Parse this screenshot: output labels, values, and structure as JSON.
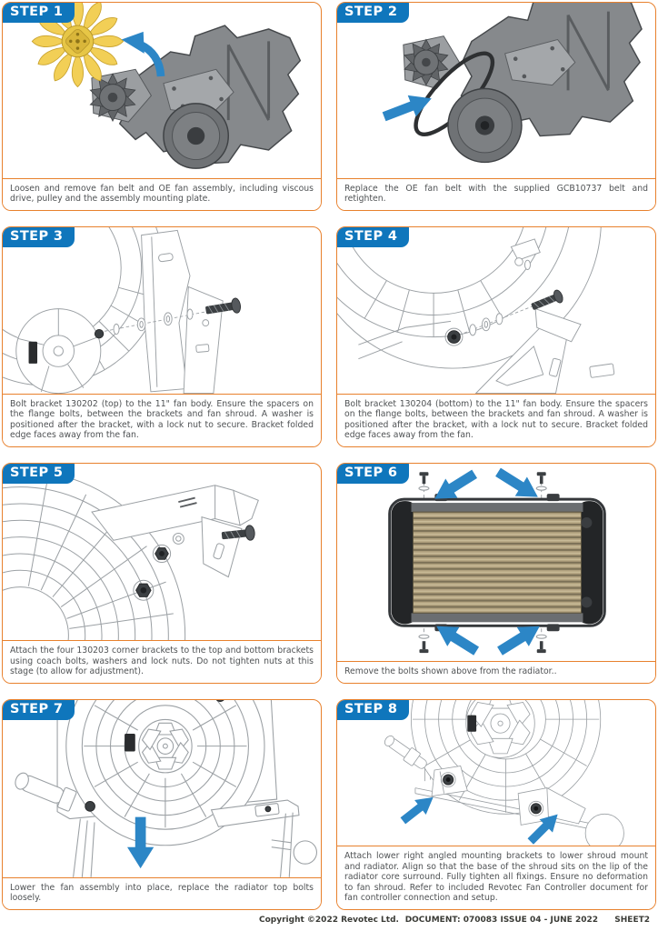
{
  "document": {
    "type": "installation-instruction-sheet",
    "brand": "Revotec"
  },
  "colors": {
    "step_header_blue": "#0f76bc",
    "panel_border_orange": "#e8812d",
    "arrow_blue": "#2c86c6",
    "fan_yellow": "#f2cf56",
    "engine_gray": "#86898c",
    "radiator_core_tan": "#b3a380",
    "caption_text": "#4f5254"
  },
  "icons": {
    "curved_arrow": "blue-curved-arrow-icon",
    "direction_arrow": "blue-direction-arrow-icon"
  },
  "steps": [
    {
      "label": "STEP 1",
      "caption": "Loosen and remove fan belt and OE fan assembly, including viscous drive, pulley and the assembly mounting plate."
    },
    {
      "label": "STEP 2",
      "caption": "Replace the OE fan belt with the supplied GCB10737 belt and retighten."
    },
    {
      "label": "STEP 3",
      "caption": "Bolt bracket 130202 (top) to the 11\" fan body. Ensure the spacers on the flange bolts, between the brackets and fan shroud. A washer is positioned after the bracket, with a lock nut to secure. Bracket folded edge faces away from the fan."
    },
    {
      "label": "STEP 4",
      "caption": "Bolt bracket 130204 (bottom) to the 11\" fan body. Ensure the spacers on the flange bolts, between the brackets and fan shroud. A washer is positioned after the bracket, with a lock nut to secure. Bracket folded edge faces away from the fan."
    },
    {
      "label": "STEP 5",
      "caption": "Attach the four 130203 corner brackets to the top and bottom brackets using coach bolts, washers and lock nuts. Do not tighten nuts at this stage (to allow for adjustment)."
    },
    {
      "label": "STEP 6",
      "caption": "Remove the bolts shown above from the radiator.."
    },
    {
      "label": "STEP 7",
      "caption": "Lower the fan assembly into place, replace the radiator top bolts loosely."
    },
    {
      "label": "STEP 8",
      "caption": "Attach lower right angled mounting brackets to lower shroud mount and radiator. Align so that the base of the shroud sits on the lip of the radiator core surround. Fully tighten all fixings. Ensure no deformation to fan shroud. Refer to included Revotec Fan Controller document for fan controller connection and setup."
    }
  ],
  "footer": {
    "copyright": "Copyright ©2022 Revotec Ltd.",
    "document_ref": "DOCUMENT: 070083 ISSUE 04 - JUNE 2022",
    "sheet": "SHEET2"
  }
}
